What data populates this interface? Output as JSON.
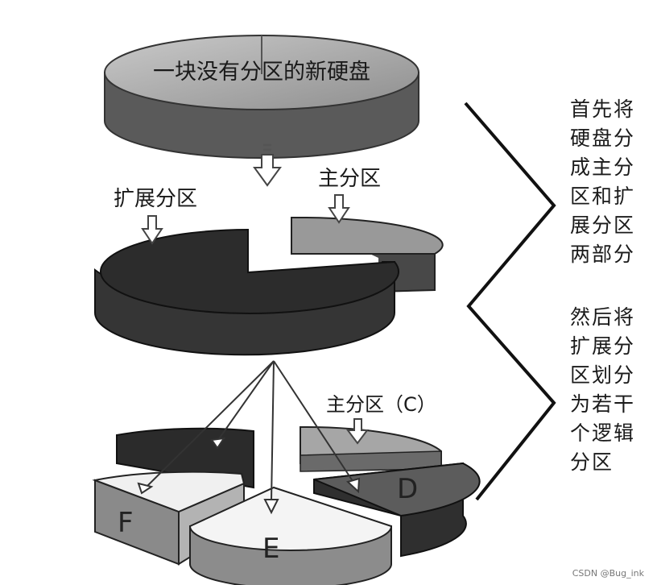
{
  "disk_label": "一块没有分区的新硬盘",
  "extended_partition_label": "扩展分区",
  "primary_partition_label": "主分区",
  "primary_partition_c_label": "主分区（C）",
  "logical_drives": {
    "d": "D",
    "e": "E",
    "f": "F"
  },
  "note_top": "首先将硬盘分成主分区和扩展分区两部分",
  "note_bottom": "然后将扩展分区划分为若干个逻辑分区",
  "watermark": "CSDN @Bug_ink"
}
